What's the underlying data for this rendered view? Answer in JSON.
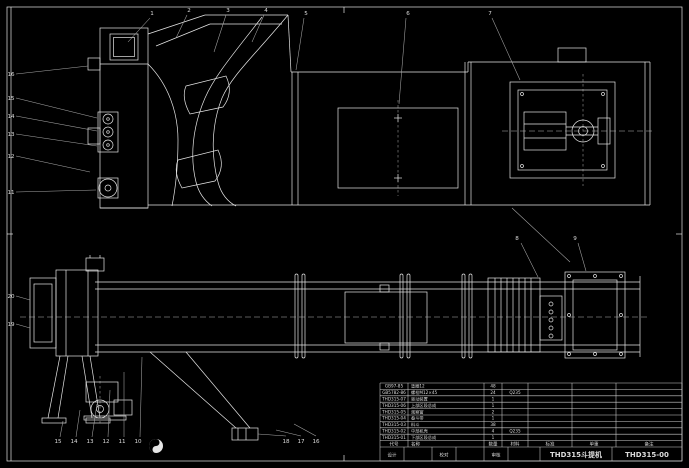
{
  "sheet": {
    "background": "#000000",
    "line_color": "#e6e6e6"
  },
  "title_block": {
    "designer_label": "设计",
    "checker_label": "校对",
    "auditor_label": "审核",
    "title": "THD315斗提机",
    "drawing_no": "THD315-00"
  },
  "bom": {
    "headers": [
      "代号",
      "名称",
      "数量",
      "材料",
      "标准",
      "单重",
      "备注"
    ],
    "rows": [
      [
        "THD315-01",
        "下部区段总成",
        "1",
        "",
        "",
        "",
        ""
      ],
      [
        "THD315-02",
        "中部机壳",
        "4",
        "Q235",
        "",
        "",
        ""
      ],
      [
        "THD315-03",
        "料斗",
        "38",
        "",
        "",
        "",
        ""
      ],
      [
        "THD315-04",
        "畚斗带",
        "1",
        "",
        "",
        "",
        ""
      ],
      [
        "THD315-05",
        "观察窗",
        "2",
        "",
        "",
        "",
        ""
      ],
      [
        "THD315-06",
        "上部区段总成",
        "1",
        "",
        "",
        "",
        ""
      ],
      [
        "THD315-07",
        "驱动装置",
        "1",
        "",
        "",
        "",
        ""
      ],
      [
        "GB5782-86",
        "螺栓M12×45",
        "24",
        "Q235",
        "",
        "",
        ""
      ],
      [
        "GB97-85",
        "垫圈12",
        "48",
        "",
        "",
        "",
        ""
      ]
    ]
  },
  "callouts": {
    "top": [
      "1",
      "2",
      "3",
      "4",
      "5",
      "6",
      "7"
    ],
    "left": [
      "16",
      "15",
      "14",
      "13",
      "12",
      "11"
    ],
    "left_lower": [
      "20",
      "19"
    ],
    "bottom_left": [
      "15",
      "14",
      "13",
      "12",
      "11",
      "10"
    ],
    "bottom_mid": [
      "18",
      "17",
      "16"
    ],
    "drive": [
      "8",
      "9"
    ]
  }
}
